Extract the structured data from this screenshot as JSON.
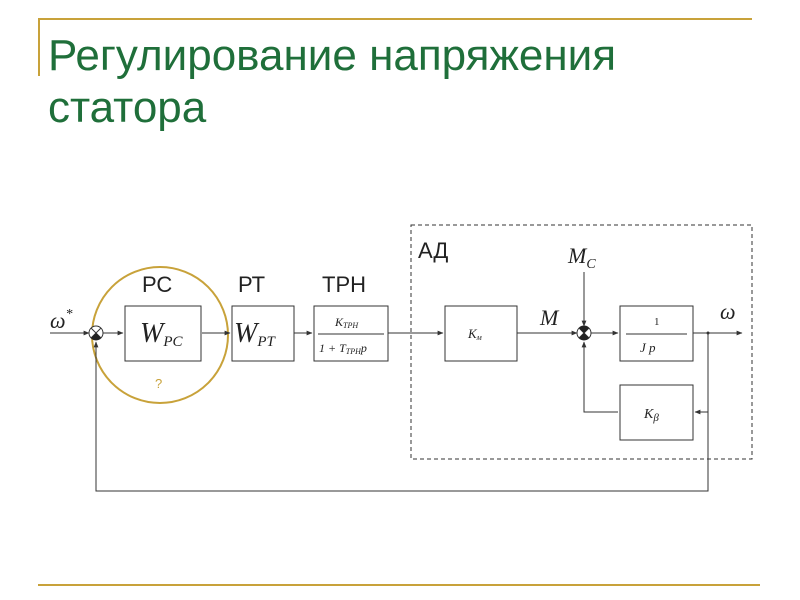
{
  "slide": {
    "title_line1": "Регулирование напряжения",
    "title_line2": "статора",
    "accent_color": "#1f6f3a",
    "decor_color": "#c8a23a"
  },
  "diagram": {
    "labels": {
      "input": "ω",
      "input_sup": "*",
      "output": "ω",
      "rs": "РС",
      "rt": "РТ",
      "trn": "ТРН",
      "ad": "АД",
      "question": "?",
      "m": "M",
      "mc_main": "M",
      "mc_sub": "С"
    },
    "blocks": {
      "wrs_main": "W",
      "wrs_sub": "РС",
      "wrt_main": "W",
      "wrt_sub": "РТ",
      "trn_num": "K",
      "trn_num_sub": "ТРН",
      "trn_den_prefix": "1 + T",
      "trn_den_sub": "ТРН",
      "trn_den_suffix": "p",
      "km_main": "K",
      "km_sub": "м",
      "integ_num": "1",
      "integ_den": "J   p",
      "kb_main": "K",
      "kb_sub": "β"
    }
  }
}
